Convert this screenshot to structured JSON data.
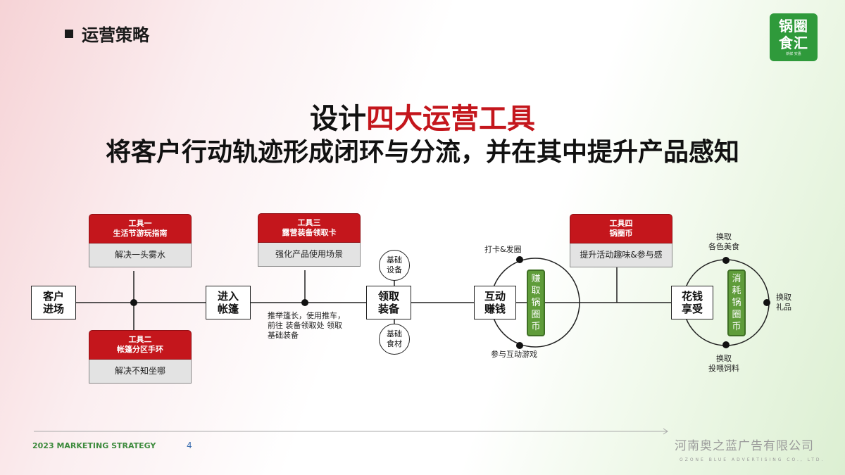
{
  "header": {
    "section_title": "运营策略"
  },
  "logo": {
    "line1": "锅圈",
    "line2": "食汇",
    "line3": "新鲜 实惠"
  },
  "headline": {
    "line1_prefix": "设计",
    "line1_highlight": "四大运营工具",
    "line2": "将客户行动轨迹形成闭环与分流，并在其中提升产品感知"
  },
  "tools": [
    {
      "title_line1": "工具一",
      "title_line2": "生活节游玩指南",
      "desc": "解决一头雾水"
    },
    {
      "title_line1": "工具二",
      "title_line2": "帐篷分区手环",
      "desc": "解决不知坐哪"
    },
    {
      "title_line1": "工具三",
      "title_line2": "露营装备领取卡",
      "desc": "强化产品使用场景"
    },
    {
      "title_line1": "工具四",
      "title_line2": "锅圈币",
      "desc": "提升活动趣味&参与感"
    }
  ],
  "flow": {
    "step1": "客户\n进场",
    "step2": "进入\n帐篷",
    "step3": "领取\n装备",
    "step4": "互动\n赚钱",
    "step5": "花钱\n享受",
    "step2_note": "推举篷长，使用推车，\n前往 装备领取处 领取\n基础装备",
    "equip_top": "基础\n设备",
    "equip_bottom": "基础\n食材",
    "earn_top": "打卡&发圈",
    "earn_bottom": "参与互动游戏",
    "earn_coin": "赚\n取\n锅\n圈\n币",
    "spend_top": "换取\n各色美食",
    "spend_right": "换取\n礼品",
    "spend_bottom": "换取\n投喂饲料",
    "spend_coin": "消\n耗\n锅\n圈\n币"
  },
  "footer": {
    "left": "2023 MARKETING STRATEGY",
    "page": "4",
    "company": "河南奥之蓝广告有限公司",
    "company_en": "OZONE BLUE ADVERTISING CO., LTD."
  }
}
